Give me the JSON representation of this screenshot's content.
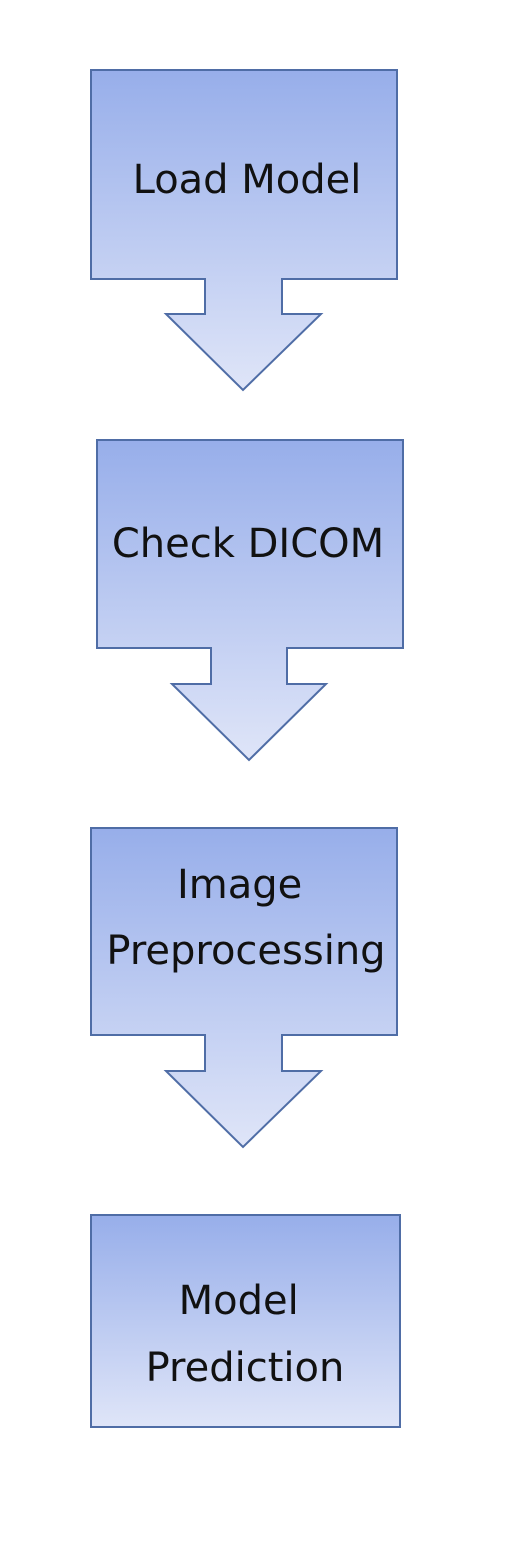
{
  "diagram": {
    "type": "vertical-flowchart",
    "steps": [
      {
        "lines": [
          "Load Model"
        ]
      },
      {
        "lines": [
          "Check DICOM"
        ]
      },
      {
        "lines": [
          "Image",
          "Preprocessing"
        ]
      },
      {
        "lines": [
          "Model",
          "Prediction"
        ]
      }
    ],
    "colors": {
      "fill_top": "#97aeea",
      "fill_bottom": "#dfe5f8",
      "stroke": "#4f6da6",
      "text": "#111111",
      "background": "#ffffff"
    }
  }
}
